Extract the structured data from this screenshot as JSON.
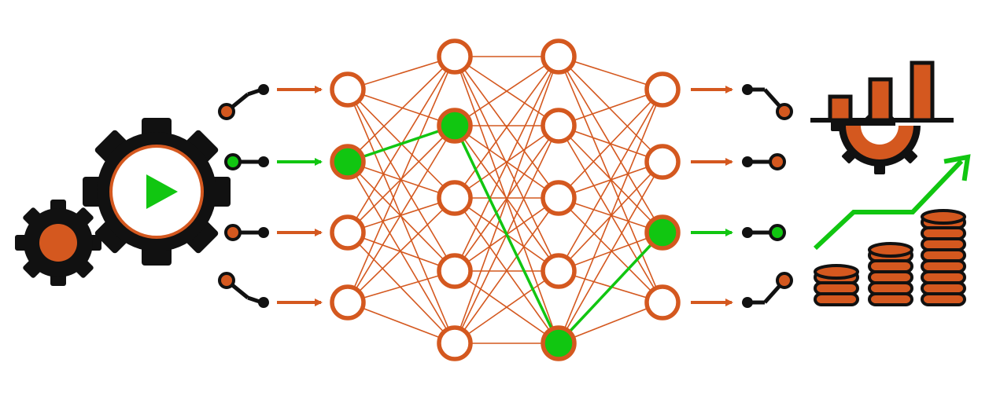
{
  "colors": {
    "accent": "#D4581F",
    "active": "#11C611",
    "dark": "#111111",
    "background": "#FFFFFF"
  },
  "icons": {
    "left": [
      "large-gear-play-icon",
      "small-gear-icon"
    ],
    "right": [
      "bar-chart-gear-icon",
      "coin-stacks-growth-icon"
    ]
  },
  "network": {
    "layers": [
      4,
      5,
      5,
      4
    ],
    "highlight_path": [
      1,
      1,
      4,
      2
    ],
    "inputs": [
      "switch-off",
      "switch-on-active",
      "switch-on",
      "switch-off"
    ],
    "outputs": [
      "switch-off",
      "switch-on",
      "switch-on-active",
      "switch-off"
    ]
  }
}
